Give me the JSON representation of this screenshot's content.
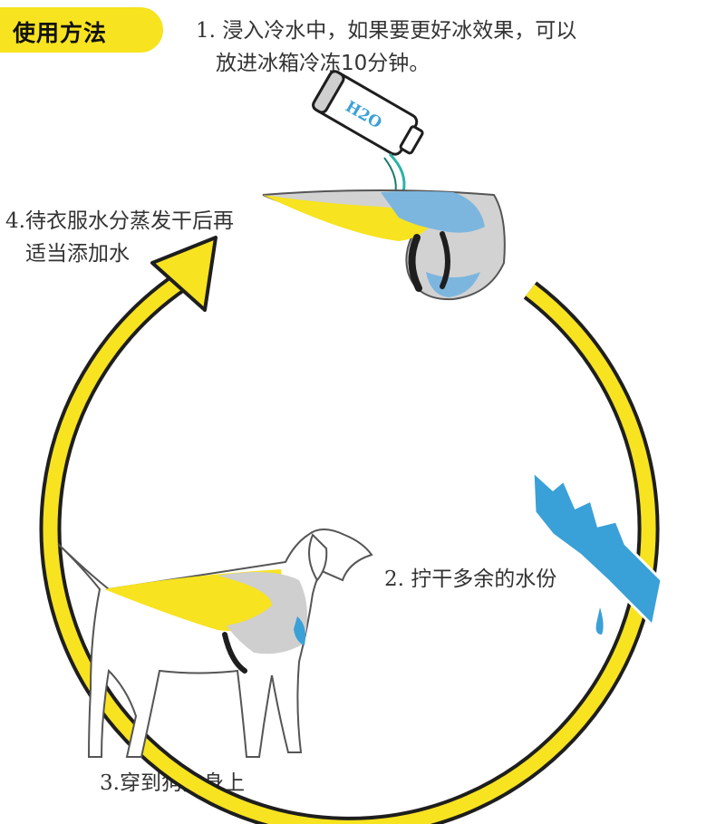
{
  "header": {
    "title": "使用方法"
  },
  "steps": [
    {
      "num": "1.",
      "lines": [
        "浸入冷水中，如果要更好冰效果，可以",
        "放进冰箱冷冻10分钟。"
      ]
    },
    {
      "num": "2.",
      "lines": [
        "拧干多余的水份"
      ]
    },
    {
      "num": "3.",
      "lines": [
        "穿到狗狗身上"
      ]
    },
    {
      "num": "4.",
      "lines": [
        "待衣服水分蒸发干后再",
        "适当添加水"
      ]
    }
  ],
  "bottle": {
    "label": "H2O"
  },
  "colors": {
    "accent": "#f7e320",
    "water": "#3aa0d8",
    "outline": "#1e1e1e",
    "vest_grey": "#cfcfcf"
  }
}
